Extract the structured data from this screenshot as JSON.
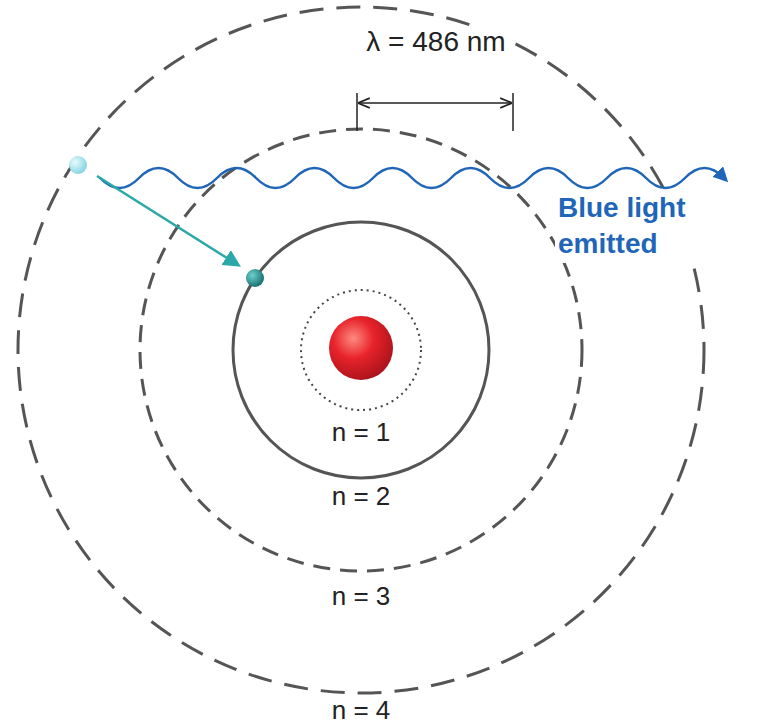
{
  "diagram": {
    "labels": [
      "λ = 486 nm",
      "Blue light emitted",
      "n = 1",
      "n = 2",
      "n = 3",
      "n = 4"
    ]
  }
}
